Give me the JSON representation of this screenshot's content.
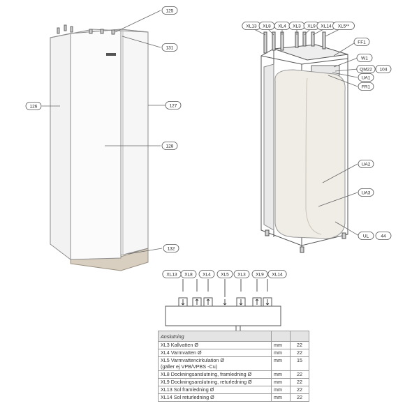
{
  "callouts_left": [
    "125",
    "131",
    "126",
    "127",
    "128",
    "132"
  ],
  "callouts_right": [
    "XL13",
    "XL8",
    "XL4",
    "XL3",
    "XL9",
    "XL14",
    "XL5**",
    "FF1",
    "W1",
    "QM22",
    "104",
    "UA1",
    "FR1",
    "UA2",
    "UA3",
    "UL",
    "44"
  ],
  "callouts_bottom": [
    "XL13",
    "XL8",
    "XL4",
    "XL5",
    "XL3",
    "XL9",
    "XL14"
  ],
  "table": {
    "header": "Anslutning",
    "rows": [
      {
        "desc": "XL3 Kallvatten Ø",
        "unit": "mm",
        "value": "22"
      },
      {
        "desc": "XL4 Varmvatten Ø",
        "unit": "mm",
        "value": "22"
      },
      {
        "desc": "XL5 Varmvattencirkulation Ø\n(gäller ej VPB/VPBS -Cu)",
        "unit": "mm",
        "value": "15"
      },
      {
        "desc": "XL8 Dockningsanslutning, framledning Ø",
        "unit": "mm",
        "value": "22"
      },
      {
        "desc": "XL9 Dockningsanslutning, returledning Ø",
        "unit": "mm",
        "value": "22"
      },
      {
        "desc": "XL13 Sol framledning Ø",
        "unit": "mm",
        "value": "22"
      },
      {
        "desc": "XL14 Sol returledning Ø",
        "unit": "mm",
        "value": "22"
      }
    ]
  }
}
